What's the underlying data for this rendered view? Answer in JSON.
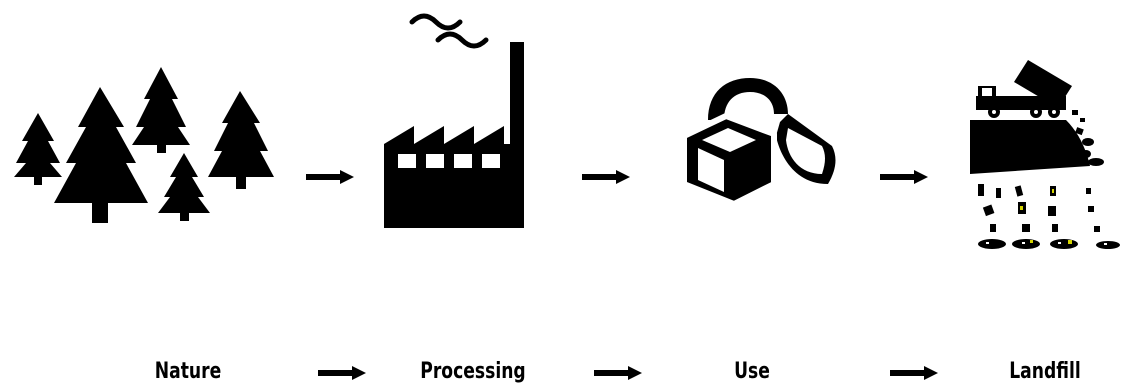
{
  "stages": [
    {
      "label": "Nature",
      "icon": "pine-trees-icon"
    },
    {
      "label": "Processing",
      "icon": "factory-icon"
    },
    {
      "label": "Use",
      "icon": "cube-and-shovel-icon"
    },
    {
      "label": "Landfill",
      "icon": "dump-truck-landfill-icon"
    }
  ],
  "colors": {
    "ink": "#000000",
    "background": "#ffffff",
    "waste_accent": "#d6d600"
  }
}
